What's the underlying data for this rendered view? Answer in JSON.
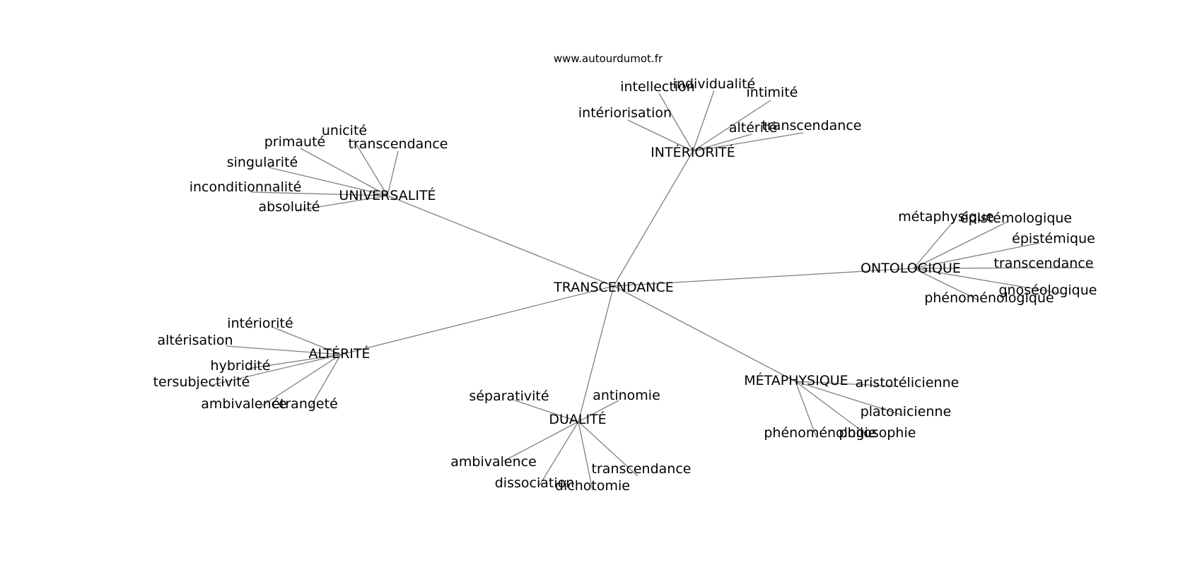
{
  "watermark": "www.autourdumot.fr",
  "center": "TRANSCENDANCE",
  "hubs": [
    {
      "label": "INTÉRIORITÉ",
      "leaves": [
        "intellection",
        "individualité",
        "intimité",
        "intériorisation",
        "altérité",
        "transcendance"
      ]
    },
    {
      "label": "UNIVERSALITÉ",
      "leaves": [
        "unicité",
        "primauté",
        "transcendance",
        "singularité",
        "inconditionnalité",
        "absoluité"
      ]
    },
    {
      "label": "ONTOLOGIQUE",
      "leaves": [
        "métaphysique",
        "épistémologique",
        "épistémique",
        "transcendance",
        "gnoséologique",
        "phénoménologique"
      ]
    },
    {
      "label": "ALTÉRITÉ",
      "leaves": [
        "intériorité",
        "altérisation",
        "hybridité",
        "tersubjectivité",
        "ambivalence",
        "étrangeté"
      ]
    },
    {
      "label": "MÉTAPHYSIQUE",
      "leaves": [
        "aristotélicienne",
        "platonicienne",
        "phénoménologie",
        "philosophie"
      ]
    },
    {
      "label": "DUALITÉ",
      "leaves": [
        "séparativité",
        "antinomie",
        "ambivalence",
        "transcendance",
        "dissociation",
        "dichotomie"
      ]
    }
  ]
}
